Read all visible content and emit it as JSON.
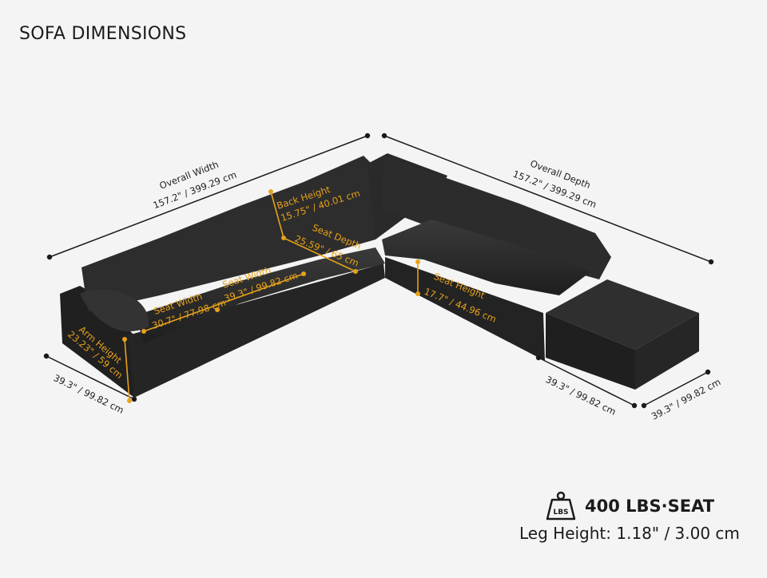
{
  "title": "SOFA DIMENSIONS",
  "dimensions": {
    "overall_width": {
      "label": "Overall Width",
      "value": "157.2\" / 399.29 cm"
    },
    "overall_depth": {
      "label": "Overall Depth",
      "value": "157.2\" / 399.29 cm"
    },
    "back_height": {
      "label": "Back Height",
      "value": "15.75\" / 40.01 cm"
    },
    "seat_depth": {
      "label": "Seat Depth",
      "value": "25.59\" / 65 cm"
    },
    "seat_width_1": {
      "label": "Seat Width",
      "value": "30.7\" / 77.98 cm"
    },
    "seat_width_2": {
      "label": "Seat Width",
      "value": "39.3\" / 99.82 cm"
    },
    "seat_height": {
      "label": "Seat Height",
      "value": "17.7\" / 44.96 cm"
    },
    "arm_height": {
      "label": "Arm Height",
      "value": "23.23\" / 59 cm"
    },
    "left_end_depth": {
      "value": "39.3\" / 99.82 cm"
    },
    "ottoman_width": {
      "value": "39.3\" / 99.82 cm"
    },
    "ottoman_depth": {
      "value": "39.3\" / 99.82 cm"
    }
  },
  "weight": {
    "icon": "weight-icon",
    "icon_text": "LBS",
    "label": "400 LBS·SEAT"
  },
  "leg_height": "Leg Height: 1.18\" / 3.00 cm",
  "colors": {
    "accent": "#e7a21a",
    "sofa": "#262626",
    "line": "#1a1a1a",
    "background": "#f4f4f4"
  }
}
